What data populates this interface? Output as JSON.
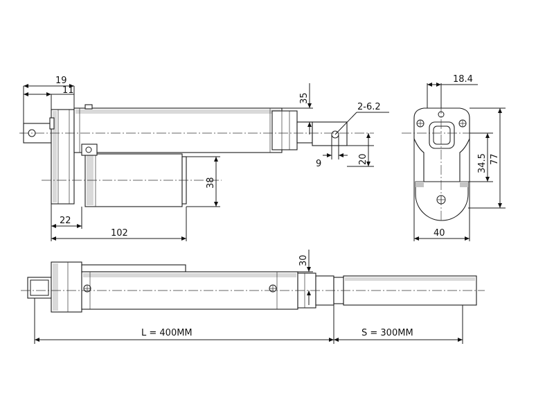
{
  "drawing": {
    "top_view": {
      "dim_19": "19",
      "dim_11": "11",
      "dim_35": "35",
      "dim_hole": "2-6.2",
      "dim_9": "9",
      "dim_20": "20",
      "dim_38": "38",
      "dim_22": "22",
      "dim_102": "102"
    },
    "end_view": {
      "dim_18_4": "18.4",
      "dim_34_5": "34.5",
      "dim_77": "77",
      "dim_40": "40"
    },
    "side_view": {
      "dim_30": "30",
      "dim_L": "L = 400MM",
      "dim_S": "S = 300MM"
    }
  }
}
